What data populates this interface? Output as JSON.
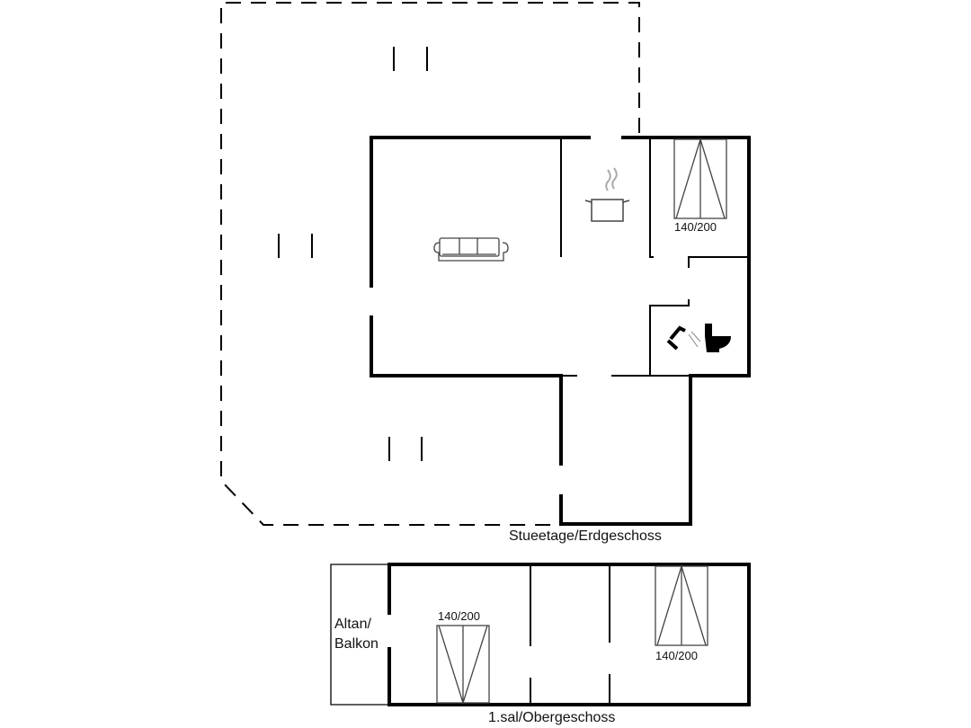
{
  "floors": {
    "ground": {
      "label": "Stueetage/Erdgeschoss",
      "bed_label": "140/200",
      "icons": [
        "sofa-icon",
        "cooking-pot-icon",
        "bed-icon",
        "shower-icon",
        "toilet-icon"
      ]
    },
    "upper": {
      "label": "1.sal/Obergeschoss",
      "bed1_label": "140/200",
      "bed2_label": "140/200",
      "balcony_label_line1": "Altan/",
      "balcony_label_line2": "Balkon"
    }
  },
  "colors": {
    "wall": "#000000",
    "steam": "#aaaaaa",
    "background": "#ffffff"
  }
}
